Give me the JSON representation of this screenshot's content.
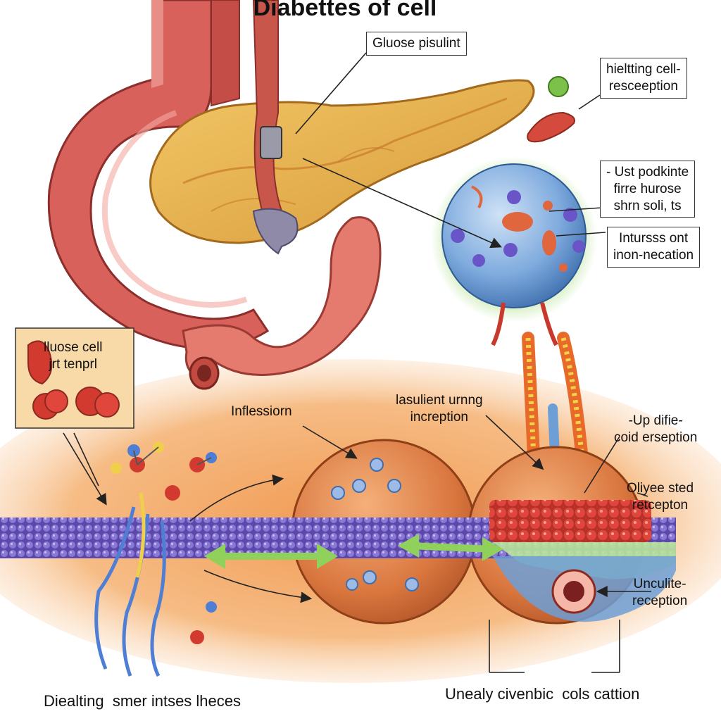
{
  "title": "Diabettes of cell",
  "labels": {
    "glucose_insulin": "Gluose pisulint",
    "helting_cell": "hieltting cell-\nresceeption",
    "ust_podkinte": "- Ust podkinte\nfirre hurose\nshrn soli, ts",
    "intrss": "Intursss ont\ninon-necation",
    "lluose_cell": "lluose cell\njrt tenprl",
    "inflession": "Inflessiorn",
    "lasulient": "lasulient urnng\nincreption",
    "up_difie": "-Up difie-\ncoid erseption",
    "oliyee": "Oliyee sted\nretcepton",
    "unculite": "Unculite-\nreception",
    "bottom_left": "Diealting  smer intses lheces",
    "bottom_right": "Unealy civenbic  cols cattion"
  },
  "colors": {
    "organ_red": "#d9615c",
    "pancreas_yellow": "#e8b24a",
    "cell_blue": "#6d9fd6",
    "membrane_purple": "#6a55b8",
    "background_orange": "#f3a867",
    "arrow_green": "#8fd15a"
  }
}
